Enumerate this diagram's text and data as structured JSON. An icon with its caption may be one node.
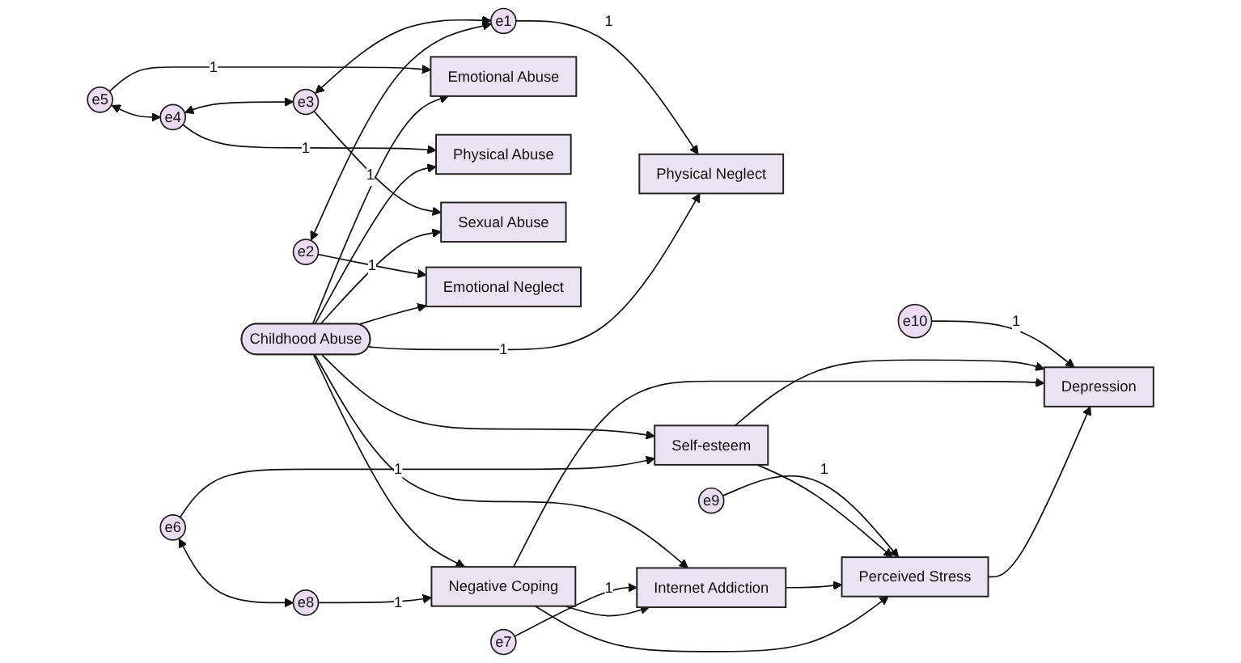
{
  "diagram": {
    "nodes": [
      {
        "text": [
          "e5"
        ]
      },
      {
        "text": [
          "e4"
        ]
      },
      {
        "text": [
          "e3"
        ]
      },
      {
        "text": [
          "e2"
        ]
      },
      {
        "text": [
          "e1"
        ]
      },
      {
        "text": [
          "Emotional Abuse"
        ]
      },
      {
        "text": [
          "Physical Abuse"
        ]
      },
      {
        "text": [
          "Sexual Abuse"
        ]
      },
      {
        "text": [
          "Emotional Neglect"
        ]
      },
      {
        "text": [
          "Physical Neglect"
        ]
      },
      {
        "text": [
          "Childhood Abuse"
        ]
      },
      {
        "text": [
          "e6"
        ]
      },
      {
        "text": [
          "Self-esteem"
        ]
      },
      {
        "text": [
          "e7"
        ]
      },
      {
        "text": [
          "Internet Addiction"
        ]
      },
      {
        "text": [
          "Negative Coping"
        ]
      },
      {
        "text": [
          "e8"
        ]
      },
      {
        "text": [
          "e9"
        ]
      },
      {
        "text": [
          "Perceived Stress"
        ]
      },
      {
        "text": [
          "e10"
        ]
      },
      {
        "text": [
          "Depression"
        ]
      }
    ],
    "edges": [
      {
        "from": 0,
        "to": 5,
        "arrow": "to",
        "label": "1"
      },
      {
        "from": 1,
        "to": 6,
        "arrow": "to",
        "label": "1"
      },
      {
        "from": 2,
        "to": 7,
        "arrow": "to",
        "label": "1"
      },
      {
        "from": 3,
        "to": 8,
        "arrow": "to",
        "label": "1"
      },
      {
        "from": 4,
        "to": 9,
        "arrow": "to",
        "label": "1"
      },
      {
        "from": 10,
        "to": 5,
        "arrow": "to"
      },
      {
        "from": 10,
        "to": 6,
        "arrow": "to"
      },
      {
        "from": 10,
        "to": 7,
        "arrow": "to"
      },
      {
        "from": 10,
        "to": 8,
        "arrow": "to"
      },
      {
        "from": 10,
        "to": 9,
        "arrow": "to",
        "label": "1"
      },
      {
        "from": 0,
        "to": 1,
        "arrow": "both"
      },
      {
        "from": 1,
        "to": 2,
        "arrow": "both"
      },
      {
        "from": 2,
        "to": 4,
        "arrow": "both"
      },
      {
        "from": 3,
        "to": 4,
        "arrow": "both"
      },
      {
        "from": 11,
        "to": 16,
        "arrow": "both"
      },
      {
        "from": 10,
        "to": 12,
        "arrow": "to"
      },
      {
        "from": 10,
        "to": 14,
        "arrow": "to"
      },
      {
        "from": 10,
        "to": 15,
        "arrow": "to"
      },
      {
        "from": 11,
        "to": 12,
        "arrow": "to",
        "label": "1"
      },
      {
        "from": 13,
        "to": 14,
        "arrow": "to",
        "label": "1"
      },
      {
        "from": 16,
        "to": 15,
        "arrow": "to",
        "label": "1"
      },
      {
        "from": 17,
        "to": 18,
        "arrow": "to",
        "label": "1"
      },
      {
        "from": 19,
        "to": 20,
        "arrow": "to",
        "label": "1"
      },
      {
        "from": 12,
        "to": 18,
        "arrow": "to"
      },
      {
        "from": 12,
        "to": 20,
        "arrow": "to"
      },
      {
        "from": 14,
        "to": 18,
        "arrow": "to"
      },
      {
        "from": 15,
        "to": 14,
        "arrow": "to"
      },
      {
        "from": 15,
        "to": 18,
        "arrow": "to"
      },
      {
        "from": 15,
        "to": 20,
        "arrow": "to"
      },
      {
        "from": 18,
        "to": 20,
        "arrow": "to"
      }
    ]
  }
}
